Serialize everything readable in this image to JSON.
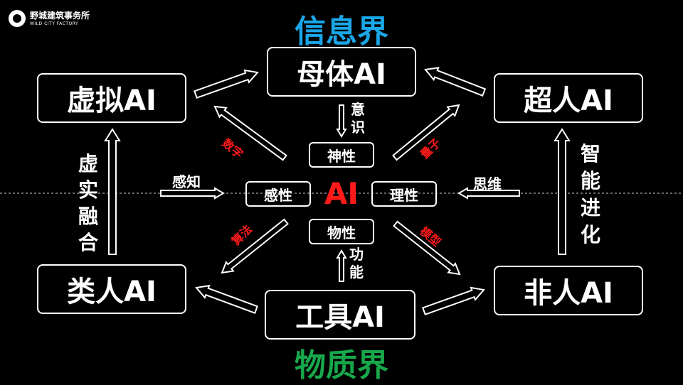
{
  "logo": {
    "name": "野城建筑事务所",
    "english": "WILD CITY FACTORY"
  },
  "headings": {
    "top": "信息界",
    "bottom": "物质界"
  },
  "colors": {
    "top_heading": "#1aa7e8",
    "bottom_heading": "#17a84b",
    "center": "#ff1a1a",
    "red_labels": "#ff1a1a"
  },
  "nodes": {
    "mother": "母体AI",
    "virtual": "虚拟AI",
    "super": "超人AI",
    "humanlike": "类人AI",
    "tool": "工具AI",
    "nonhuman": "非人AI"
  },
  "inner": {
    "center": "AI",
    "divine": "神性",
    "sensible": "感性",
    "rational": "理性",
    "material": "物性"
  },
  "edge_labels": {
    "consciousness": "意识",
    "function": "功能",
    "perception": "感知",
    "thinking": "思维",
    "vr_fusion": "虚实融合",
    "intelligence_evolution": "智能进化",
    "digital": "数字",
    "quantum": "量子",
    "algorithm": "算法",
    "model": "模型"
  }
}
